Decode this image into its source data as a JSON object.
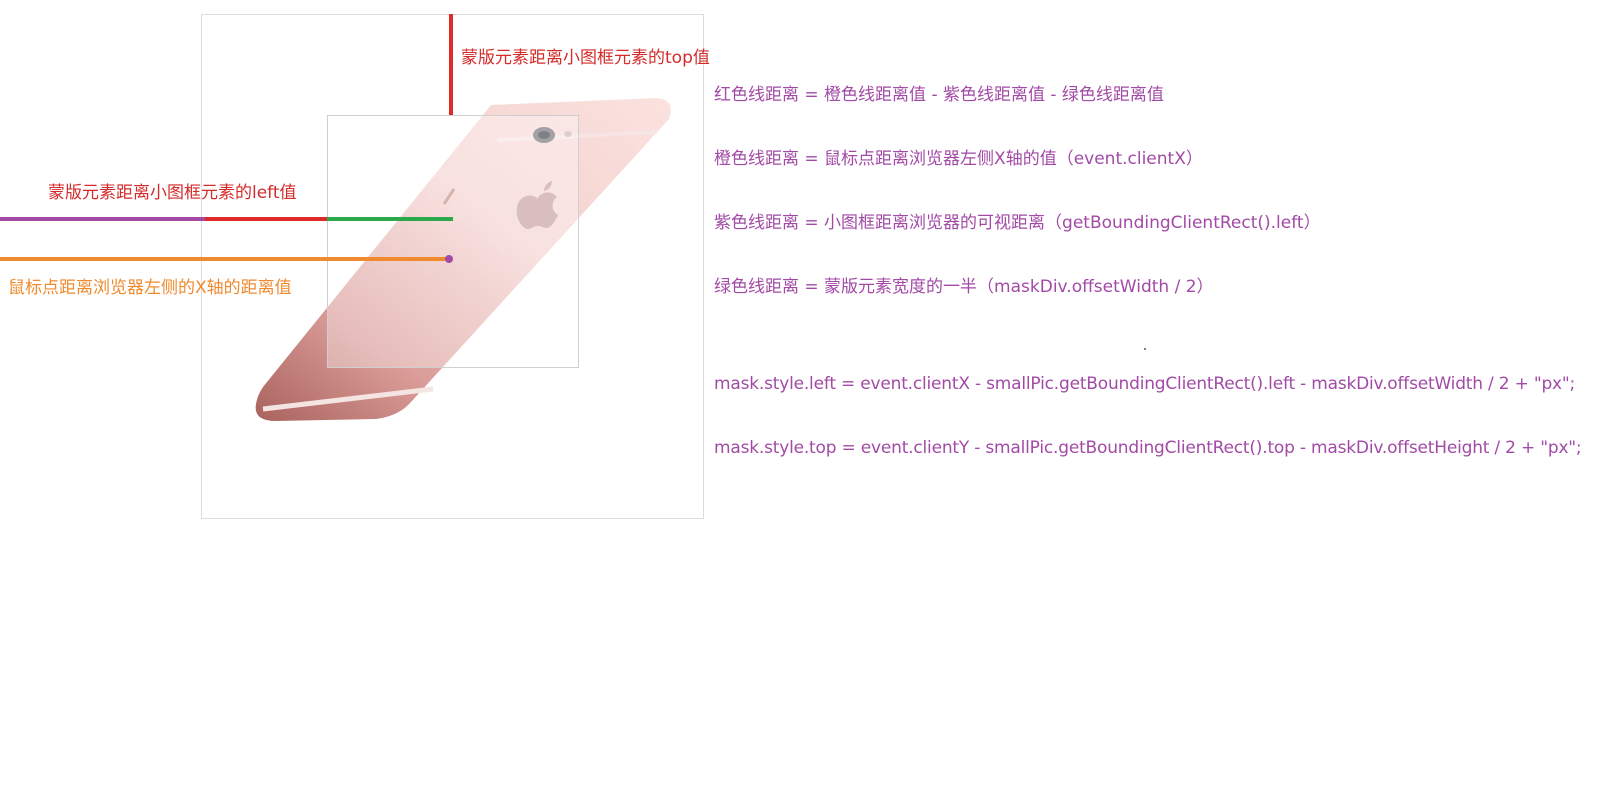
{
  "labels": {
    "mask_top": "蒙版元素距离小图框元素的top值",
    "mask_left": "蒙版元素距离小图框元素的left值",
    "mouse_x": "鼠标点距离浏览器左侧的X轴的距离值"
  },
  "equations": [
    "红色线距离 = 橙色线距离值 - 紫色线距离值 - 绿色线距离值",
    "橙色线距离 = 鼠标点距离浏览器左侧X轴的值（event.clientX）",
    "紫色线距离 = 小图框距离浏览器的可视距离（getBoundingClientRect().left）",
    "绿色线距离 = 蒙版元素宽度的一半（maskDiv.offsetWidth / 2）"
  ],
  "code": [
    "mask.style.left = event.clientX - smallPic.getBoundingClientRect().left - maskDiv.offsetWidth / 2 + \"px\";",
    "mask.style.top = event.clientY - smallPic.getBoundingClientRect().top - maskDiv.offsetHeight / 2 + \"px\";"
  ],
  "colors": {
    "red": "#e02a2a",
    "purple": "#a24aa6",
    "green": "#2aa84a",
    "orange": "#f08a2e"
  }
}
